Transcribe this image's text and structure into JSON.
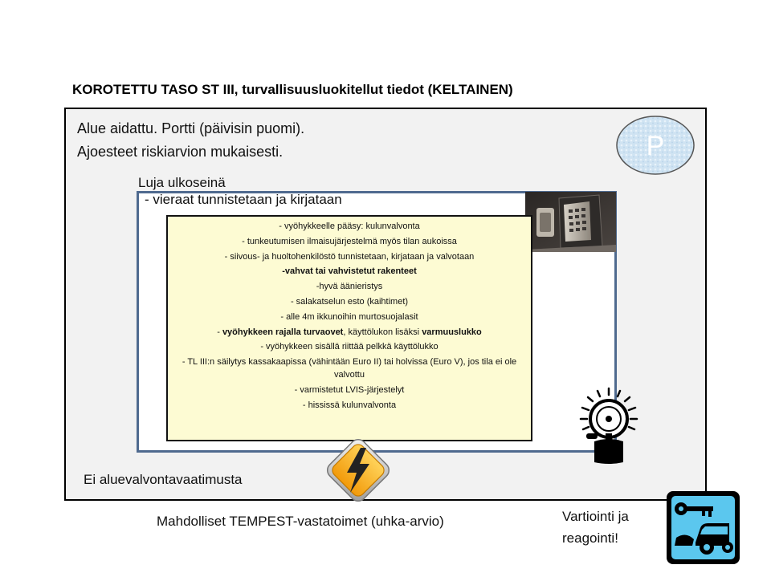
{
  "slide": {
    "title": "KOROTETTU TASO ST III, turvallisuusluokitellut tiedot (KELTAINEN)"
  },
  "outer_zone": {
    "line1": "Alue aidattu. Portti (päivisin puomi).",
    "line2": "Ajoesteet riskiarvion mukaisesti.",
    "parking_badge": "P",
    "footer": "Ei aluevalvontavaatimusta"
  },
  "inner_zone": {
    "wall_label": "Luja ulkoseinä",
    "visitor_text": "- vieraat tunnistetaan ja kirjataan"
  },
  "core_zone": {
    "l1": "- vyöhykkeelle pääsy: kulunvalvonta",
    "l2": "- tunkeutumisen ilmaisujärjestelmä myös tilan aukoissa",
    "l3": "-  siivous- ja huoltohenkilöstö  tunnistetaan, kirjataan ja valvotaan",
    "l4": "-vahvat tai vahvistetut rakenteet",
    "l5": "-hyvä äänieristys",
    "l6": "- salakatselun esto (kaihtimet)",
    "l7": "- alle 4m ikkunoihin murtosuojalasit",
    "l8_a": "- ",
    "l8_b": "vyöhykkeen rajalla turvaovet",
    "l8_c": ", käyttölukon lisäksi ",
    "l8_d": "varmuuslukko",
    "l9": "- vyöhykkeen sisällä riittää pelkkä käyttölukko",
    "l10": "- TL III:n säilytys kassakaapissa (vähintään Euro II) tai holvissa (Euro V), jos tila ei ole valvottu",
    "l11": "- varmistetut LVIS-järjestelyt",
    "l12": "- hississä kulunvalvonta"
  },
  "bottom": {
    "tempest": "Mahdolliset TEMPEST-vastatoimet (uhka-arvio)",
    "guard_line1": "Vartiointi ja",
    "guard_line2": "reagointi!"
  },
  "icons": {
    "parking": "parking-badge-icon",
    "keypad": "keypad-access-control-icon",
    "alarm": "alarm-bell-icon",
    "warning": "lightning-warning-sign-icon",
    "guard": "key-and-car-guard-icon"
  },
  "colors": {
    "outer_fill": "#f2f2f2",
    "inner_border": "#4f6a8f",
    "core_fill": "#fdfbd3",
    "parking_fill": "#cfe3f2",
    "warning_orange": "#f2a20c",
    "guard_fill": "#5bc7ee"
  }
}
